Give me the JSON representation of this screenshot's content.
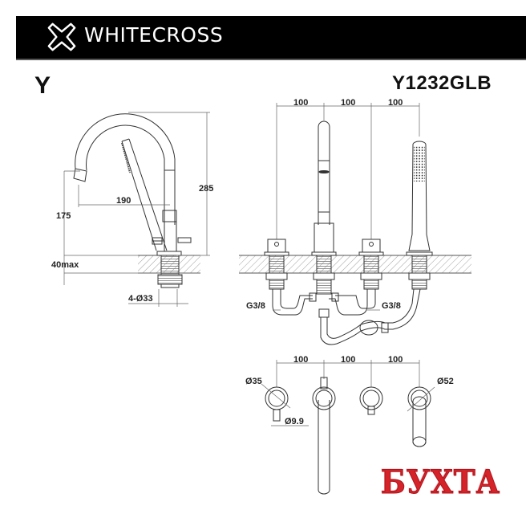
{
  "header": {
    "brand": "WHITECROSS",
    "logo_icon": "cross-outline-logo",
    "background": "#000000",
    "text_color": "#ffffff"
  },
  "title": {
    "series": "Y",
    "model": "Y1232GLB"
  },
  "side_view": {
    "dimensions": {
      "total_height": "285",
      "spout_height": "175",
      "spout_reach": "190",
      "deck_thickness": "40max",
      "hole_diameter": "4-Ø33"
    }
  },
  "front_view": {
    "spacing": [
      "100",
      "100",
      "100"
    ],
    "connections": [
      "G3/8",
      "G3/8"
    ]
  },
  "top_view": {
    "spacing": [
      "100",
      "100",
      "100"
    ],
    "handle_rosette": "Ø35",
    "handle_lever": "Ø9.9",
    "shower_rosette": "Ø52"
  },
  "watermark": {
    "text": "БУХТА",
    "color": "#d5232a"
  }
}
